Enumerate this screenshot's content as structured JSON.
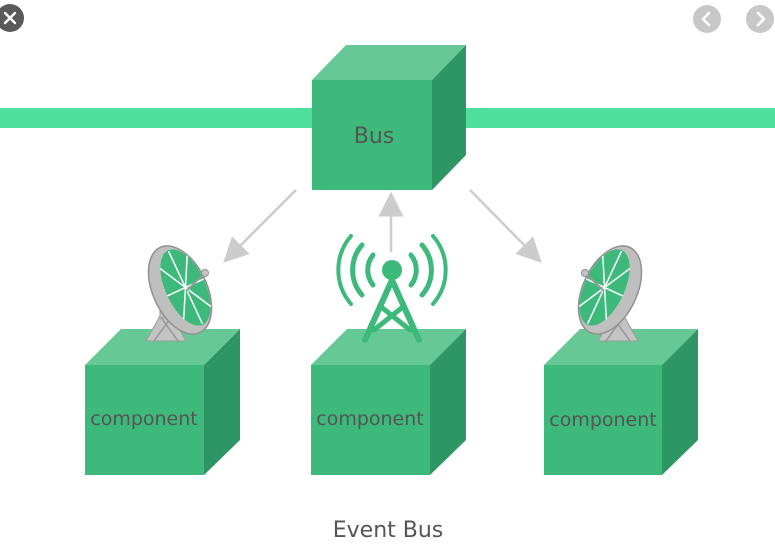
{
  "controls": {
    "close_icon": "close-icon",
    "prev_icon": "chevron-left-icon",
    "next_icon": "chevron-right-icon",
    "close_bg": "#5a5a5a",
    "nav_bg": "#c8c8c8"
  },
  "diagram": {
    "bus_label": "Bus",
    "components": [
      {
        "label": "component",
        "device": "satellite-dish-icon"
      },
      {
        "label": "component",
        "device": "broadcast-antenna-icon"
      },
      {
        "label": "component",
        "device": "satellite-dish-icon"
      }
    ],
    "caption": "Event Bus"
  },
  "colors": {
    "bus_line": "#4ddf9b",
    "cube_front": "#3db97b",
    "cube_top": "#66c995",
    "cube_side": "#2d9663",
    "arrow": "#cccccc",
    "label_text": "#555555"
  }
}
